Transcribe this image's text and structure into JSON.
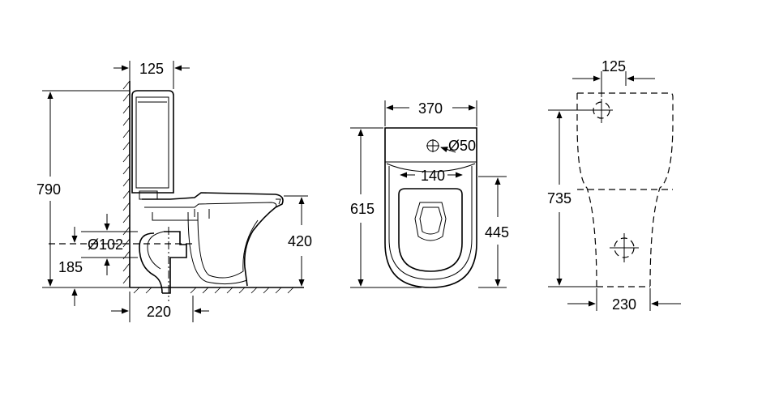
{
  "side_view": {
    "tank_depth": "125",
    "total_height": "790",
    "outlet_diameter": "Ø102",
    "outlet_height": "185",
    "seat_height": "420",
    "outlet_offset": "220"
  },
  "top_view": {
    "width": "370",
    "inlet_diameter": "Ø50",
    "seat_opening": "140",
    "depth": "615",
    "bowl_depth": "445"
  },
  "back_view": {
    "inlet_offset": "125",
    "height": "735",
    "base_width": "230"
  },
  "colors": {
    "line": "#000000",
    "background": "#ffffff"
  }
}
